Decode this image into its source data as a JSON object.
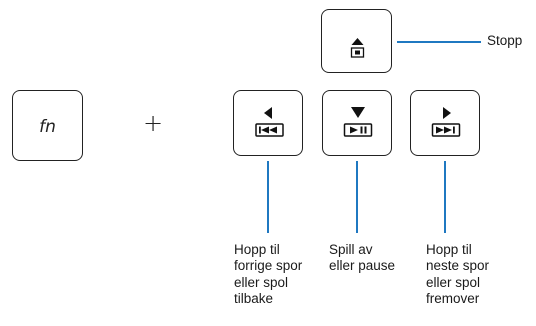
{
  "fn_key": {
    "label": "fn",
    "icon": "fn-key"
  },
  "plus": "+",
  "keys": [
    {
      "name": "stop",
      "icon": "eject-stop-icon"
    },
    {
      "name": "previous",
      "icon": "previous-track-icon"
    },
    {
      "name": "play-pause",
      "icon": "play-pause-icon"
    },
    {
      "name": "next",
      "icon": "next-track-icon"
    }
  ],
  "labels": {
    "stop": "Stopp",
    "previous": [
      "Hopp til",
      "forrige spor",
      "eller spol",
      "tilbake"
    ],
    "play_pause": [
      "Spill av",
      "eller pause"
    ],
    "next": [
      "Hopp til",
      "neste spor",
      "eller spol",
      "fremover"
    ]
  },
  "colors": {
    "connector": "#1f78c1",
    "key_border": "#222222"
  }
}
